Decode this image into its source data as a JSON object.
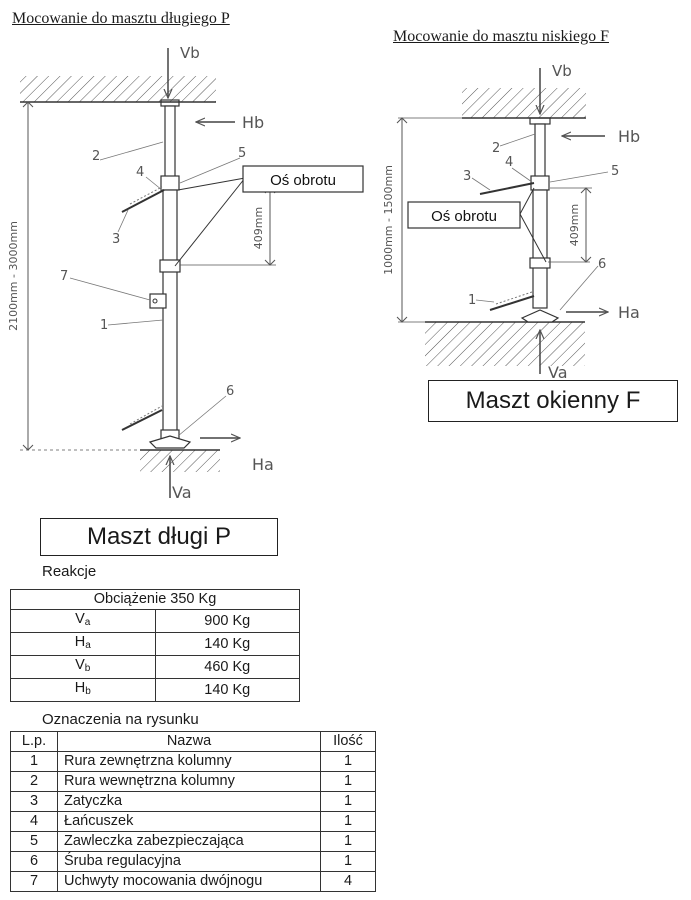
{
  "left": {
    "heading": "Mocowanie do masztu długiego P",
    "name": "Maszt długi P",
    "labels": {
      "vb": "Vb",
      "hb": "Hb",
      "va": "Va",
      "ha": "Ha",
      "axis": "Oś obrotu"
    },
    "dims": {
      "height": "2100mm - 3000mm",
      "offset": "409mm"
    },
    "parts": [
      "1",
      "2",
      "3",
      "4",
      "5",
      "6",
      "7"
    ]
  },
  "right": {
    "heading": "Mocowanie do masztu niskiego F",
    "name": "Maszt okienny F",
    "labels": {
      "vb": "Vb",
      "hb": "Hb",
      "va": "Va",
      "ha": "Ha",
      "axis": "Oś obrotu"
    },
    "dims": {
      "height": "1000mm - 1500mm",
      "offset": "409mm"
    },
    "parts": [
      "1",
      "2",
      "3",
      "4",
      "5",
      "6"
    ]
  },
  "reactions": {
    "caption": "Reakcje",
    "header": "Obciążenie 350 Kg",
    "rows": [
      {
        "sym": "V",
        "sub": "a",
        "value": "900 Kg"
      },
      {
        "sym": "H",
        "sub": "a",
        "value": "140 Kg"
      },
      {
        "sym": "V",
        "sub": "b",
        "value": "460 Kg"
      },
      {
        "sym": "H",
        "sub": "b",
        "value": "140 Kg"
      }
    ]
  },
  "legend": {
    "caption": "Oznaczenia na rysunku",
    "headers": {
      "lp": "L.p.",
      "name": "Nazwa",
      "qty": "Ilość"
    },
    "rows": [
      {
        "lp": "1",
        "name": "Rura zewnętrzna kolumny",
        "qty": "1"
      },
      {
        "lp": "2",
        "name": "Rura wewnętrzna kolumny",
        "qty": "1"
      },
      {
        "lp": "3",
        "name": "Zatyczka",
        "qty": "1"
      },
      {
        "lp": "4",
        "name": "Łańcuszek",
        "qty": "1"
      },
      {
        "lp": "5",
        "name": "Zawleczka zabezpieczająca",
        "qty": "1"
      },
      {
        "lp": "6",
        "name": "Śruba regulacyjna",
        "qty": "1"
      },
      {
        "lp": "7",
        "name": "Uchwyty mocowania dwójnogu",
        "qty": "4"
      }
    ]
  },
  "colors": {
    "ink": "#1a1a1a",
    "hatch": "#444444",
    "dim": "#555555"
  }
}
